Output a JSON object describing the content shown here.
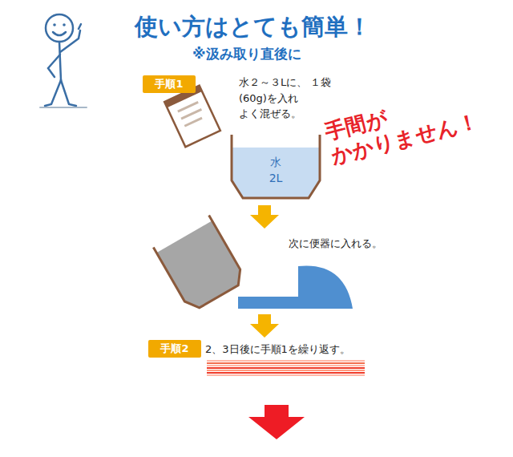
{
  "diagram": {
    "title": "使い方はとても簡単！",
    "nodes": [
      {
        "text": [
          "手順1"
        ]
      },
      {
        "text": [
          "水 2L"
        ]
      },
      {
        "text": [
          "手順2"
        ]
      }
    ],
    "labels": [
      "※汲み取り直後に",
      "水２～３Lに、 １袋(60g)を入れ よく混ぜる。",
      "手間が かかりません！",
      "次に便器に入れる。",
      "2、3日後に手順1を繰り返す。"
    ]
  }
}
